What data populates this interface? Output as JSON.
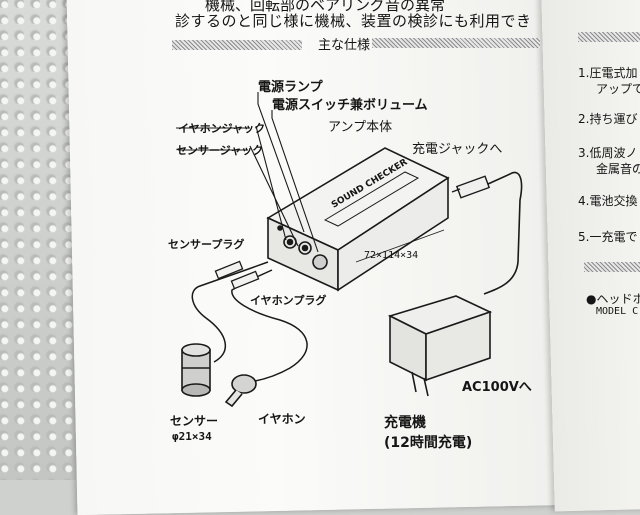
{
  "top_text": {
    "line1": "機械、回転部のベアリング音の異常",
    "line2": "診するのと同じ様に機械、装置の検診にも利用でき"
  },
  "section_title": "主な仕様",
  "labels": {
    "power_lamp": "電源ランプ",
    "power_switch_volume": "電源スイッチ兼ボリューム",
    "amp_body": "アンプ本体",
    "earphone_jack": "イヤホンジャック",
    "sensor_jack": "センサージャック",
    "charge_jack_to": "充電ジャックへ",
    "sensor_plug": "センサープラグ",
    "earphone_plug": "イヤホンプラグ",
    "dimensions": "72×114×34",
    "brand": "SOUND CHECKER",
    "ac_to": "AC100Vへ",
    "sensor": "センサー",
    "sensor_size": "φ21×34",
    "earphone": "イヤホン",
    "charger": "充電機",
    "charge_time": "(12時間充電)"
  },
  "right_page": {
    "items": [
      "1.圧電式加",
      "アップで",
      "2.持ち運び",
      "3.低周波ノ",
      "金属音の",
      "4.電池交換",
      "5.一充電で"
    ],
    "headphone": "●ヘッドホ",
    "model": "MODEL C"
  },
  "colors": {
    "paper": "#f7f7f5",
    "ink": "#151515",
    "band": "#8d8d8d"
  }
}
